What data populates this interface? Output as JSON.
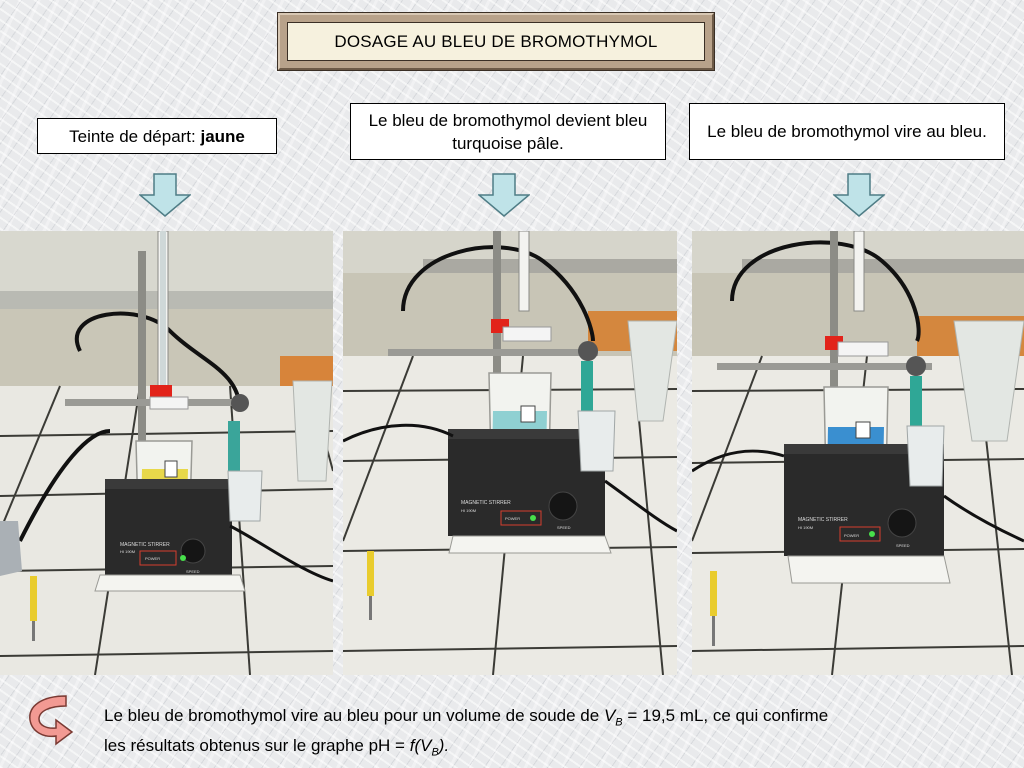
{
  "title": "DOSAGE AU BLEU DE BROMOTHYMOL",
  "captions": {
    "start_prefix": "Teinte de départ: ",
    "start_color": "jaune",
    "middle": "Le bleu de bromothymol devient bleu turquoise pâle.",
    "end": "Le bleu de bromothymol vire au bleu."
  },
  "stirrer": {
    "label": "MAGNETIC STIRRER",
    "model": "HI 190M",
    "power": "POWER",
    "speed": "SPEED"
  },
  "conclusion": {
    "line1_text": "Le bleu de bromothymol vire au bleu pour un volume de soude de ",
    "var_v": "V",
    "var_sub": "B",
    "line1_rest": " = 19,5 mL, ce qui confirme",
    "line2_text": "les résultats obtenus sur le graphe pH = ",
    "func": "f",
    "paren_open": "(",
    "var_v2": "V",
    "var_sub2": "B",
    "paren_close": ").",
    "volume_value": 19.5,
    "volume_unit": "mL"
  },
  "colors": {
    "solution_start": "#e8d84a",
    "solution_middle": "#8fd0d2",
    "solution_end": "#3a8fd0",
    "arrow_fill": "#bfe3e8",
    "curve_arrow": "#f29a93",
    "title_frame": "#b8a28a"
  },
  "icons": {
    "down_arrow": "down-arrow-icon",
    "curved_arrow": "curved-arrow-icon"
  }
}
